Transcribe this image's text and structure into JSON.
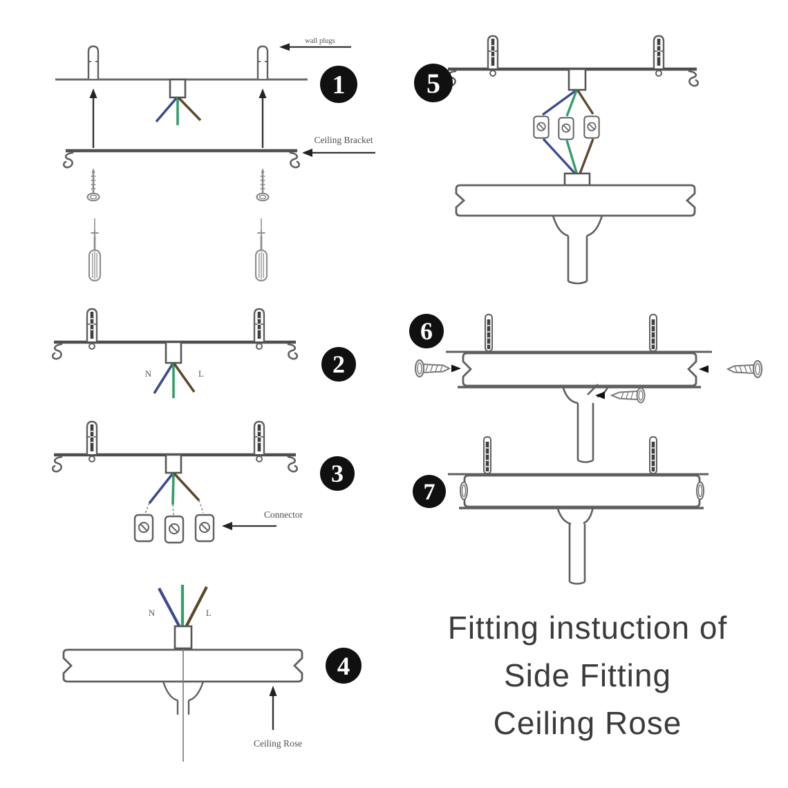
{
  "title": {
    "line1": "Fitting instuction of",
    "line2": "Side Fitting",
    "line3": "Ceiling Rose"
  },
  "badges": {
    "step1": "1",
    "step2": "2",
    "step3": "3",
    "step4": "4",
    "step5": "5",
    "step6": "6",
    "step7": "7"
  },
  "labels": {
    "wall_plugs": "wall plugs",
    "ceiling_bracket": "Ceiling Bracket",
    "connector": "Connector",
    "ceiling_rose": "Ceiling Rose",
    "neutral": "N",
    "live": "L"
  },
  "colors": {
    "wire_neutral_blue": "#3c4b8e",
    "wire_earth_green": "#2fa066",
    "wire_live_brown": "#5d482b",
    "outline_gray": "#5f5f5f",
    "badge_black": "#101010",
    "title_text": "#3b3b3b"
  }
}
